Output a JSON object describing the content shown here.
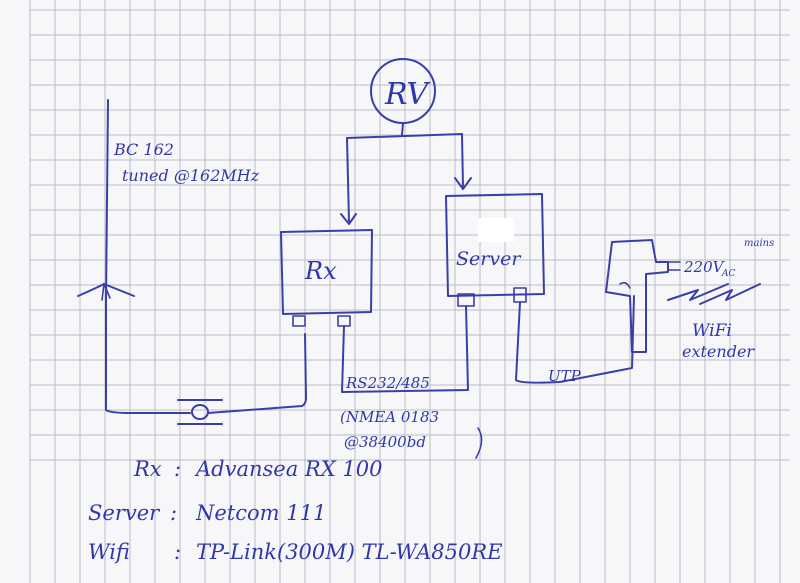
{
  "colors": {
    "paper": "#f7f7f9",
    "grid": "#b9bcc6",
    "ink": "#3a3fa8"
  },
  "nodes": {
    "rv": "RV",
    "rx": "Rx",
    "server": "Server",
    "power": "220V",
    "power_sub": "AC",
    "power_note": "mains",
    "wifi_line1": "WiFi",
    "wifi_line2": "extender"
  },
  "antenna": {
    "line1": "BC 162",
    "line2": "tuned @162MHz"
  },
  "links": {
    "serial": "RS232/485",
    "serial_note1": "(NMEA 0183",
    "serial_note2": "@38400bd",
    "utp": "UTP"
  },
  "legend": [
    {
      "key": "Rx",
      "value": "Advansea RX 100"
    },
    {
      "key": "Server",
      "value": "Netcom 111"
    },
    {
      "key": "Wifi",
      "value": "TP-Link(300M) TL-WA850RE"
    }
  ]
}
